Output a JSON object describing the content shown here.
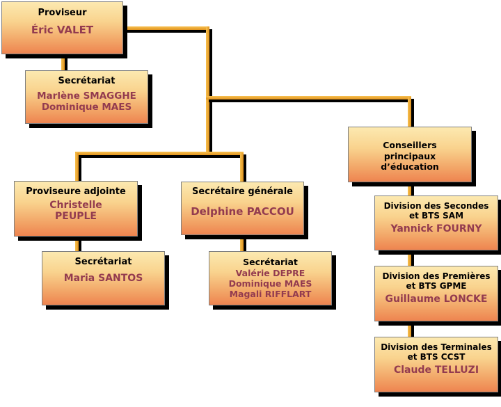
{
  "palette": {
    "box_gradient_top": "#FCE9B0",
    "box_gradient_bottom": "#EE8450",
    "box_border": "#7F7F7F",
    "shadow": "#000000",
    "connector_orange": "#EC9F2D",
    "title_text": "#000000",
    "name_text": "#933B4F",
    "background": "#FFFFFF"
  },
  "nodes": [
    {
      "id": "proviseur",
      "title_lines": [
        "Proviseur"
      ],
      "name_lines": [
        "Éric VALET"
      ]
    },
    {
      "id": "secretariat-proviseur",
      "title_lines": [
        "Secrétariat"
      ],
      "name_lines": [
        "Marlène SMAGGHE",
        "Dominique MAES"
      ]
    },
    {
      "id": "proviseure-adjointe",
      "title_lines": [
        "Proviseure adjointe"
      ],
      "name_lines": [
        "Christelle",
        "PEUPLE"
      ]
    },
    {
      "id": "secretaire-generale",
      "title_lines": [
        "Secrétaire générale"
      ],
      "name_lines": [
        "Delphine PACCOU"
      ]
    },
    {
      "id": "conseillers-principaux",
      "title_lines": [
        "Conseillers",
        "principaux",
        "d’éducation"
      ],
      "name_lines": []
    },
    {
      "id": "secretariat-adjointe",
      "title_lines": [
        "Secrétariat"
      ],
      "name_lines": [
        "Maria SANTOS"
      ]
    },
    {
      "id": "secretariat-generale",
      "title_lines": [
        "Secrétariat"
      ],
      "name_lines": [
        "Valérie DEPRE",
        "Dominique MAES",
        "Magali RIFFLART"
      ]
    },
    {
      "id": "division-secondes",
      "title_lines": [
        "Division des Secondes",
        "et BTS SAM"
      ],
      "name_lines": [
        "Yannick FOURNY"
      ]
    },
    {
      "id": "division-premieres",
      "title_lines": [
        "Division des Premières",
        "et BTS GPME"
      ],
      "name_lines": [
        "Guillaume LONCKE"
      ]
    },
    {
      "id": "division-terminales",
      "title_lines": [
        "Division des Terminales",
        "et BTS CCST"
      ],
      "name_lines": [
        "Claude TELLUZI"
      ]
    }
  ]
}
